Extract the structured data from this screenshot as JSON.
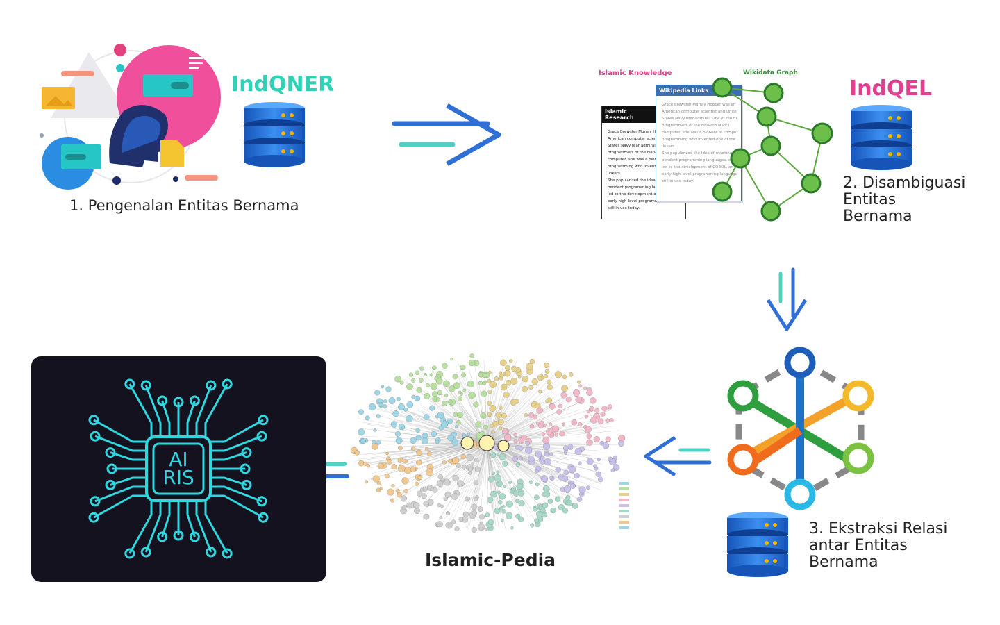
{
  "step1": {
    "brand": "IndQNER",
    "caption": "1. Pengenalan Entitas Bernama"
  },
  "step2": {
    "brand": "IndQEL",
    "caption_line1": "2. Disambiguasi",
    "caption_line2": "Entitas",
    "caption_line3": "Bernama",
    "islamic_knowledge": "Islamic Knowledge",
    "wikidata_graph": "Wikidata Graph",
    "islamic_research": "Islamic Research",
    "wikipedia_links": "Wikipedia Links",
    "doc_lines": [
      "Grace Brewster Murray Hop",
      "American computer scientis",
      "States Navy rear admiral. O",
      "programmers of the Harvar",
      "computer, she was a pione",
      "programming who invented",
      "linkers.",
      "She popularized the idea o",
      "pendent programming lang",
      "led to the development of C",
      "early high-level programmi",
      "still in use today."
    ],
    "wiki_lines": [
      "Grace Brewster Murray Hopper was an",
      "American computer scientist and United",
      "States Navy rear admiral. One of the first",
      "programmers of the Harvard Mark I",
      "computer, she was a pioneer of computer",
      "programming who invented one of the first",
      "linkers.",
      "She popularized the idea of machine-in",
      "pendent programming languages, which",
      "led to the development of COBOL, an",
      "early high-level programming language",
      "still in use today."
    ]
  },
  "step3": {
    "caption_line1": "3. Ekstraksi Relasi",
    "caption_line2": "antar Entitas",
    "caption_line3": "Bernama"
  },
  "islamic_pedia": {
    "title": "Islamic-Pedia"
  },
  "airis": {
    "line1": "AI",
    "line2": "RIS"
  },
  "colors": {
    "teal": "#2ed3b7",
    "magenta": "#e0408f",
    "blue_arrow": "#2f6fd6",
    "arrow_accent": "#4fd1c5",
    "db_blue": "#1f6fd8",
    "dark_panel": "#14121f",
    "circuit": "#2fd8e0"
  }
}
